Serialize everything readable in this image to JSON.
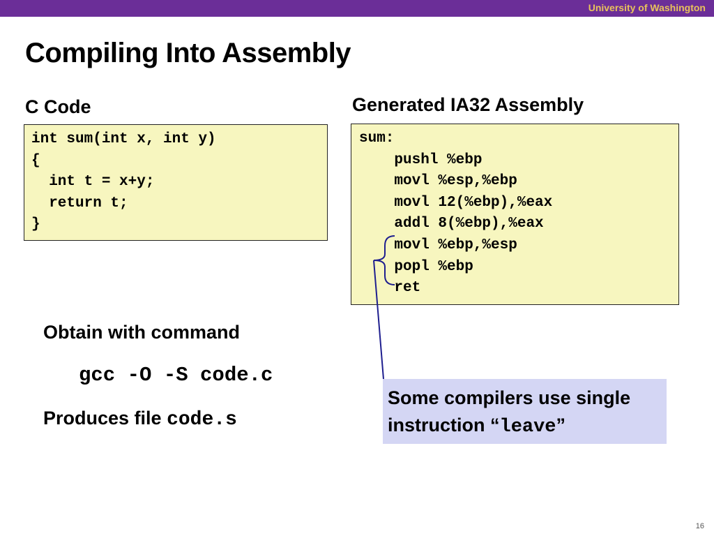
{
  "header": {
    "org": "University of Washington"
  },
  "slide": {
    "title": "Compiling Into Assembly",
    "page_number": "16"
  },
  "c_code": {
    "heading": "C Code",
    "lines": [
      "int sum(int x, int y)",
      "{",
      "  int t = x+y;",
      "  return t;",
      "}"
    ]
  },
  "assembly": {
    "heading": "Generated IA32 Assembly",
    "lines": [
      "sum:",
      "    pushl %ebp",
      "    movl %esp,%ebp",
      "    movl 12(%ebp),%eax",
      "    addl 8(%ebp),%eax",
      "    movl %ebp,%esp",
      "    popl %ebp",
      "    ret"
    ]
  },
  "instructions": {
    "obtain_label": "Obtain with command",
    "command": "gcc -O -S code.c",
    "produces_label": "Produces file ",
    "produces_file": "code.s"
  },
  "callout": {
    "text_line1": "Some compilers use single",
    "text_line2_prefix": "instruction “",
    "keyword": "leave",
    "text_line2_suffix": "”"
  },
  "colors": {
    "header_bar": "#6b2e98",
    "header_text": "#e8c25c",
    "code_bg": "#f7f6bf",
    "callout_bg": "#d4d6f4",
    "bracket_line": "#1f1f8f"
  }
}
